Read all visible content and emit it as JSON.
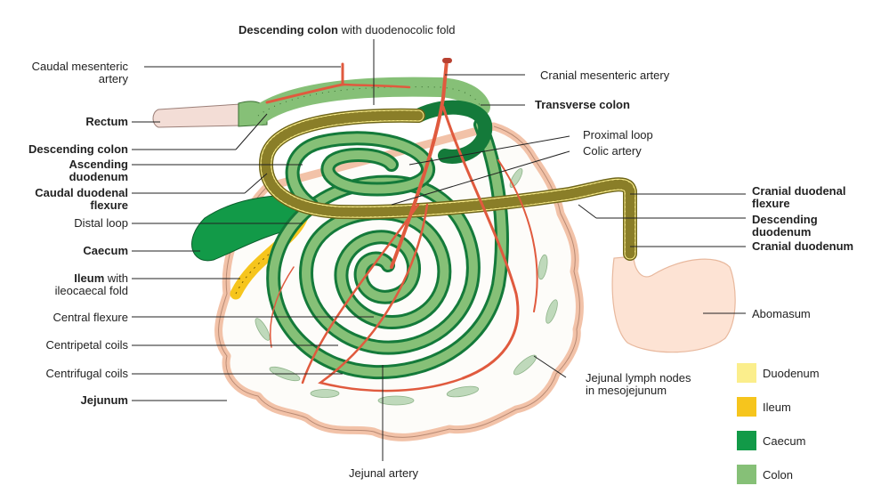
{
  "labels": {
    "descending_colon_fold": {
      "bold": "Descending colon",
      "rest": " with duodenocolic fold"
    },
    "caudal_mesenteric_artery": [
      "Caudal mesenteric",
      "artery"
    ],
    "rectum": "Rectum",
    "descending_colon": "Descending colon",
    "ascending_duodenum": [
      "Ascending",
      "duodenum"
    ],
    "caudal_duodenal_flexure": [
      "Caudal duodenal",
      "flexure"
    ],
    "distal_loop": "Distal loop",
    "caecum": "Caecum",
    "ileum_fold": {
      "bold": "Ileum",
      "rest": " with",
      "line2": "ileocaecal fold"
    },
    "central_flexure": "Central flexure",
    "centripetal_coils": "Centripetal coils",
    "centrifugal_coils": "Centrifugal coils",
    "jejunum": "Jejunum",
    "jejunal_artery": "Jejunal artery",
    "cranial_mesenteric_artery": "Cranial mesenteric artery",
    "transverse_colon": "Transverse colon",
    "proximal_loop": "Proximal loop",
    "colic_artery": "Colic artery",
    "cranial_duodenal_flexure": [
      "Cranial duodenal",
      "flexure"
    ],
    "descending_duodenum": [
      "Descending",
      "duodenum"
    ],
    "cranial_duodenum": "Cranial duodenum",
    "abomasum": "Abomasum",
    "jejunal_lymph_nodes": [
      "Jejunal lymph nodes",
      "in mesojejunum"
    ]
  },
  "legend": [
    {
      "label": "Duodenum",
      "color": "#fbee8c"
    },
    {
      "label": "Ileum",
      "color": "#f6c51d"
    },
    {
      "label": "Caecum",
      "color": "#129a48"
    },
    {
      "label": "Colon",
      "color": "#86c077"
    }
  ]
}
